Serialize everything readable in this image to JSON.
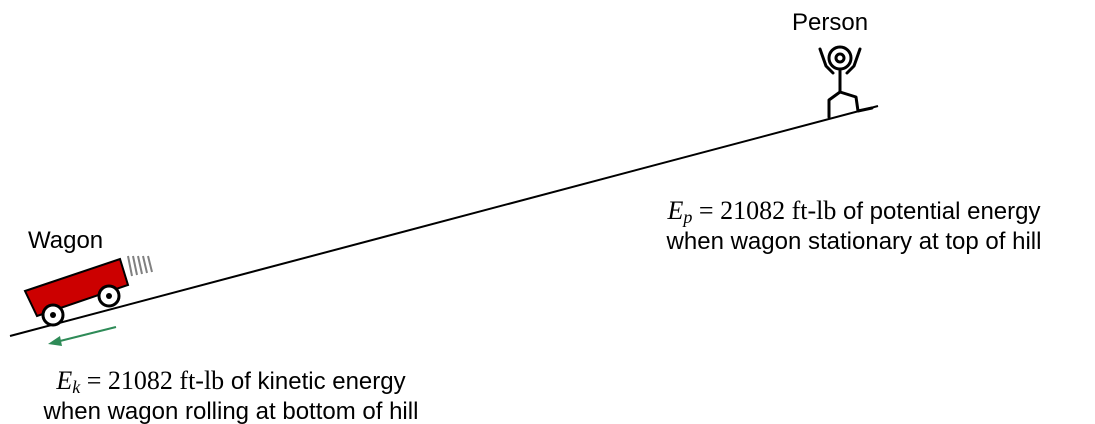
{
  "person_label": "Person",
  "wagon_label": "Wagon",
  "potential": {
    "symbol": "E",
    "subscript": "p",
    "equals": "=",
    "value": "21082",
    "unit": "ft-lb",
    "rest_of_line": "of potential energy",
    "line2": "when wagon stationary at top of hill"
  },
  "kinetic": {
    "symbol": "E",
    "subscript": "k",
    "equals": "=",
    "value": "21082",
    "unit": "ft-lb",
    "rest_of_line": "of kinetic energy",
    "line2": "when wagon rolling at bottom of hill"
  },
  "colors": {
    "wagon_body": "#cc0000",
    "motion_arrow": "#2e8b57",
    "speed_lines": "#808080",
    "ink": "#000000"
  }
}
